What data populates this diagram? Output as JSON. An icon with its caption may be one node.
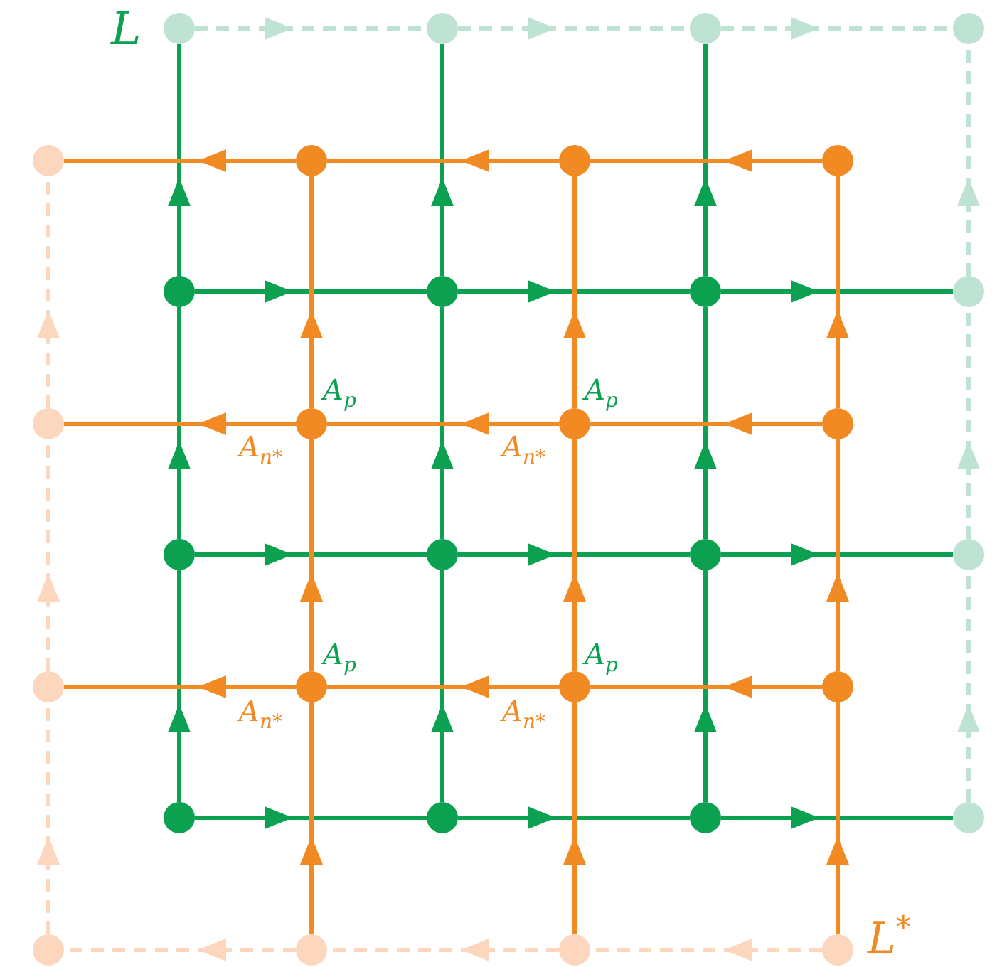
{
  "diagram": {
    "nodes": [
      {
        "text": [],
        "shape": "circle"
      },
      {
        "text": [],
        "shape": "circle"
      },
      {
        "text": [],
        "shape": "circle"
      },
      {
        "text": [],
        "shape": "circle"
      },
      {
        "text": [],
        "shape": "circle"
      },
      {
        "text": [],
        "shape": "circle"
      },
      {
        "text": [],
        "shape": "circle"
      },
      {
        "text": [],
        "shape": "circle"
      },
      {
        "text": [],
        "shape": "circle"
      },
      {
        "text": [],
        "shape": "circle"
      },
      {
        "text": [],
        "shape": "circle"
      },
      {
        "text": [],
        "shape": "circle"
      },
      {
        "text": [],
        "shape": "circle"
      },
      {
        "text": [],
        "shape": "circle"
      },
      {
        "text": [],
        "shape": "circle"
      },
      {
        "text": [],
        "shape": "circle"
      },
      {
        "text": [],
        "shape": "circle"
      },
      {
        "text": [],
        "shape": "circle"
      },
      {
        "text": [],
        "shape": "circle"
      },
      {
        "text": [],
        "shape": "circle"
      },
      {
        "text": [],
        "shape": "circle"
      },
      {
        "text": [],
        "shape": "circle"
      },
      {
        "text": [],
        "shape": "circle"
      },
      {
        "text": [],
        "shape": "circle"
      },
      {
        "text": [],
        "shape": "circle"
      },
      {
        "text": [],
        "shape": "circle"
      },
      {
        "text": [],
        "shape": "circle"
      },
      {
        "text": [],
        "shape": "circle"
      },
      {
        "text": [],
        "shape": "circle"
      },
      {
        "text": [],
        "shape": "circle"
      },
      {
        "text": [],
        "shape": "circle"
      },
      {
        "text": [],
        "shape": "circle"
      }
    ],
    "edges": [
      {
        "from": 0,
        "to": 1,
        "arrow": "to",
        "style": "dashed",
        "color": "#bfe3d2"
      },
      {
        "from": 1,
        "to": 2,
        "arrow": "to",
        "style": "dashed",
        "color": "#bfe3d2"
      },
      {
        "from": 2,
        "to": 3,
        "arrow": "to",
        "style": "dashed",
        "color": "#bfe3d2"
      },
      {
        "from": 8,
        "to": 9,
        "arrow": "to",
        "color": "#0ba150"
      },
      {
        "from": 9,
        "to": 10,
        "arrow": "to",
        "color": "#0ba150"
      },
      {
        "from": 10,
        "to": 11,
        "arrow": "to",
        "color": "#0ba150"
      },
      {
        "from": 16,
        "to": 17,
        "arrow": "to",
        "color": "#0ba150"
      },
      {
        "from": 17,
        "to": 18,
        "arrow": "to",
        "color": "#0ba150"
      },
      {
        "from": 18,
        "to": 19,
        "arrow": "to",
        "color": "#0ba150"
      },
      {
        "from": 24,
        "to": 25,
        "arrow": "to",
        "color": "#0ba150"
      },
      {
        "from": 25,
        "to": 26,
        "arrow": "to",
        "color": "#0ba150"
      },
      {
        "from": 26,
        "to": 27,
        "arrow": "to",
        "color": "#0ba150"
      },
      {
        "from": 24,
        "to": 16,
        "arrow": "to",
        "color": "#0ba150"
      },
      {
        "from": 16,
        "to": 8,
        "arrow": "to",
        "color": "#0ba150"
      },
      {
        "from": 8,
        "to": 0,
        "arrow": "to",
        "color": "#0ba150"
      },
      {
        "from": 25,
        "to": 17,
        "arrow": "to",
        "color": "#0ba150"
      },
      {
        "from": 17,
        "to": 9,
        "arrow": "to",
        "color": "#0ba150"
      },
      {
        "from": 9,
        "to": 1,
        "arrow": "to",
        "color": "#0ba150"
      },
      {
        "from": 26,
        "to": 18,
        "arrow": "to",
        "color": "#0ba150"
      },
      {
        "from": 18,
        "to": 10,
        "arrow": "to",
        "color": "#0ba150"
      },
      {
        "from": 10,
        "to": 2,
        "arrow": "to",
        "color": "#0ba150"
      },
      {
        "from": 27,
        "to": 19,
        "arrow": "to",
        "style": "dashed",
        "color": "#bfe3d2"
      },
      {
        "from": 19,
        "to": 11,
        "arrow": "to",
        "style": "dashed",
        "color": "#bfe3d2"
      },
      {
        "from": 11,
        "to": 3,
        "arrow": "to",
        "style": "dashed",
        "color": "#bfe3d2"
      },
      {
        "from": 7,
        "to": 6,
        "arrow": "to",
        "color": "#f28a24"
      },
      {
        "from": 6,
        "to": 5,
        "arrow": "to",
        "color": "#f28a24"
      },
      {
        "from": 5,
        "to": 4,
        "arrow": "to",
        "color": "#f28a24"
      },
      {
        "from": 15,
        "to": 14,
        "arrow": "to",
        "color": "#f28a24"
      },
      {
        "from": 14,
        "to": 13,
        "arrow": "to",
        "color": "#f28a24"
      },
      {
        "from": 13,
        "to": 12,
        "arrow": "to",
        "color": "#f28a24"
      },
      {
        "from": 23,
        "to": 22,
        "arrow": "to",
        "color": "#f28a24"
      },
      {
        "from": 22,
        "to": 21,
        "arrow": "to",
        "color": "#f28a24"
      },
      {
        "from": 21,
        "to": 20,
        "arrow": "to",
        "color": "#f28a24"
      },
      {
        "from": 31,
        "to": 30,
        "arrow": "to",
        "style": "dashed",
        "color": "#fcd6bd"
      },
      {
        "from": 30,
        "to": 29,
        "arrow": "to",
        "style": "dashed",
        "color": "#fcd6bd"
      },
      {
        "from": 29,
        "to": 28,
        "arrow": "to",
        "style": "dashed",
        "color": "#fcd6bd"
      },
      {
        "from": 28,
        "to": 20,
        "arrow": "to",
        "style": "dashed",
        "color": "#fcd6bd"
      },
      {
        "from": 20,
        "to": 12,
        "arrow": "to",
        "style": "dashed",
        "color": "#fcd6bd"
      },
      {
        "from": 12,
        "to": 4,
        "arrow": "to",
        "style": "dashed",
        "color": "#fcd6bd"
      },
      {
        "from": 29,
        "to": 21,
        "arrow": "to",
        "color": "#f28a24"
      },
      {
        "from": 21,
        "to": 13,
        "arrow": "to",
        "color": "#f28a24"
      },
      {
        "from": 13,
        "to": 5,
        "arrow": "to",
        "color": "#f28a24"
      },
      {
        "from": 30,
        "to": 22,
        "arrow": "to",
        "color": "#f28a24"
      },
      {
        "from": 22,
        "to": 14,
        "arrow": "to",
        "color": "#f28a24"
      },
      {
        "from": 14,
        "to": 6,
        "arrow": "to",
        "color": "#f28a24"
      },
      {
        "from": 31,
        "to": 23,
        "arrow": "to",
        "color": "#f28a24"
      },
      {
        "from": 23,
        "to": 15,
        "arrow": "to",
        "color": "#f28a24"
      },
      {
        "from": 15,
        "to": 7,
        "arrow": "to",
        "color": "#f28a24"
      }
    ],
    "labels": [
      "L",
      "A$_{p}$",
      "A$_{p}$",
      "A$_{n*}$",
      "A$_{n*}$",
      "A$_{p}$",
      "A$_{p}$",
      "A$_{n*}$",
      "A$_{n*}$",
      "L$^{*}$"
    ]
  }
}
